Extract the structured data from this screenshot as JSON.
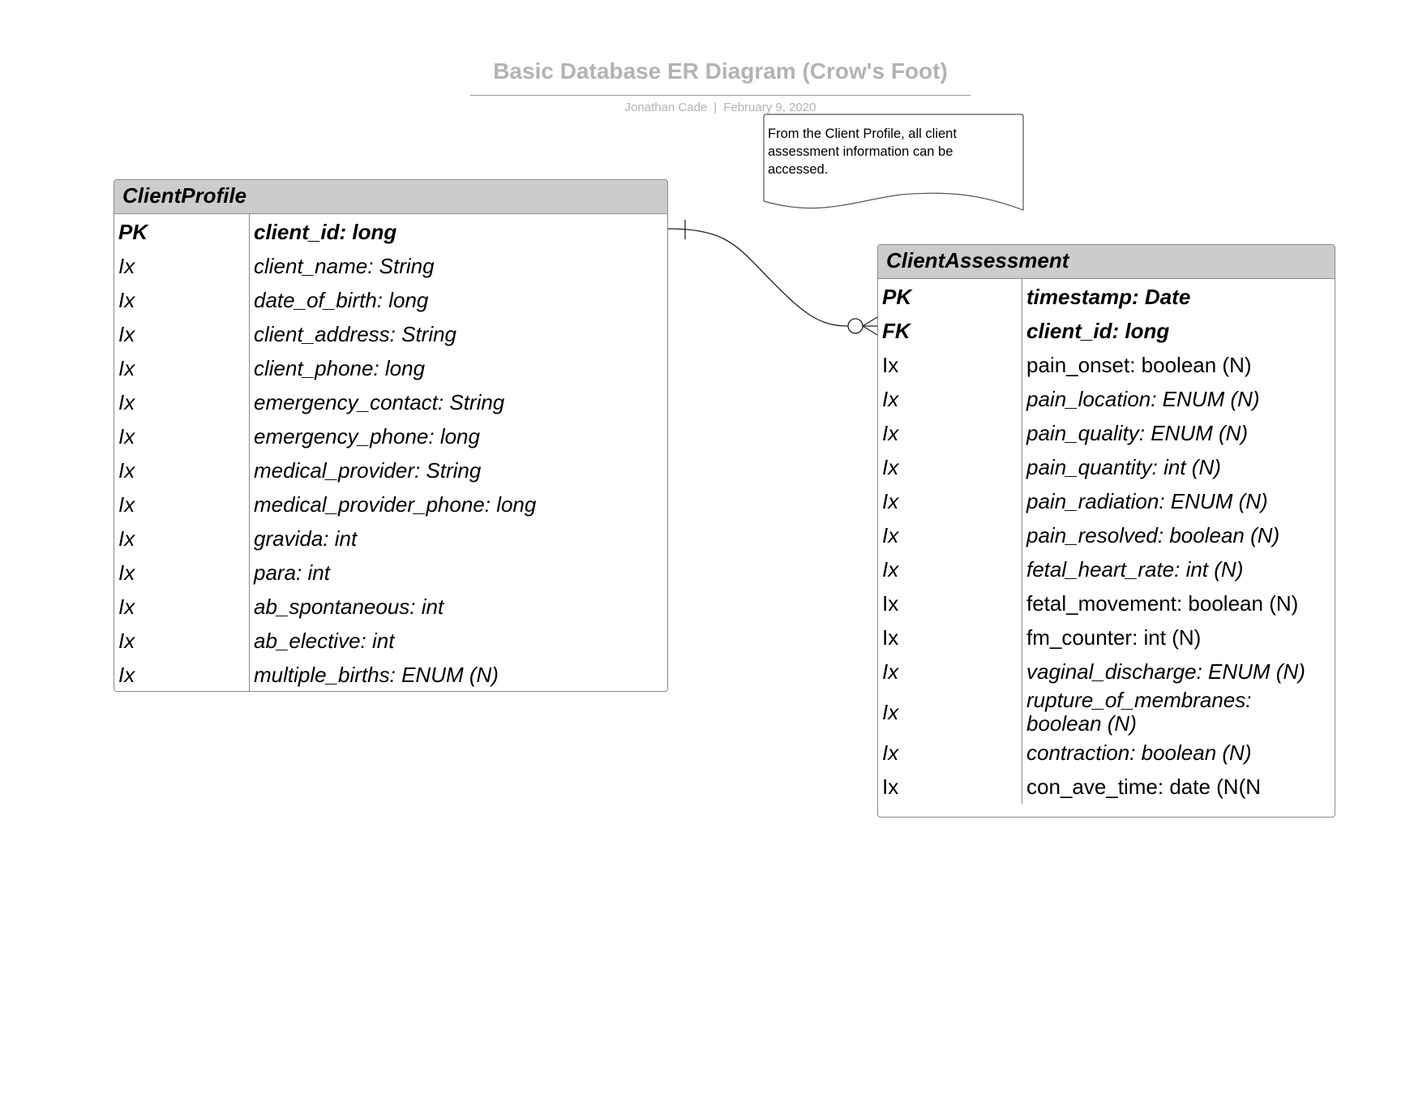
{
  "header": {
    "title": "Basic Database ER Diagram (Crow's Foot)",
    "author": "Jonathan Cade",
    "separator": "|",
    "date": "February 9, 2020"
  },
  "note": {
    "text": "From the Client Profile, all client assessment information can be accessed."
  },
  "entities": {
    "client_profile": {
      "name": "ClientProfile",
      "fields": [
        {
          "key": "PK",
          "attr": "client_id: long",
          "style": "bold-italic"
        },
        {
          "key": "Ix",
          "attr": "client_name: String",
          "style": "italic"
        },
        {
          "key": "Ix",
          "attr": "date_of_birth:  long",
          "style": "italic"
        },
        {
          "key": "Ix",
          "attr": "client_address: String",
          "style": "italic"
        },
        {
          "key": "Ix",
          "attr": "client_phone:  long",
          "style": "italic"
        },
        {
          "key": "Ix",
          "attr": "emergency_contact:  String",
          "style": "italic"
        },
        {
          "key": "Ix",
          "attr": "emergency_phone:  long",
          "style": "italic"
        },
        {
          "key": "Ix",
          "attr": "medical_provider:  String",
          "style": "italic"
        },
        {
          "key": "Ix",
          "attr": "medical_provider_phone:  long",
          "style": "italic"
        },
        {
          "key": "Ix",
          "attr": "gravida:  int",
          "style": "italic"
        },
        {
          "key": "Ix",
          "attr": "para:  int",
          "style": "italic"
        },
        {
          "key": "Ix",
          "attr": "ab_spontaneous:  int",
          "style": "italic"
        },
        {
          "key": "Ix",
          "attr": "ab_elective:  int",
          "style": "italic"
        },
        {
          "key": "Ix",
          "attr": "multiple_births:  ENUM (N)",
          "style": "italic"
        }
      ]
    },
    "client_assessment": {
      "name": "ClientAssessment",
      "fields": [
        {
          "key": "PK",
          "attr": "timestamp:  Date",
          "style": "bold-italic"
        },
        {
          "key": "FK",
          "attr": "client_id:  long",
          "style": "bold-italic"
        },
        {
          "key": "Ix",
          "attr": "pain_onset:  boolean (N)",
          "style": "normal"
        },
        {
          "key": "Ix",
          "attr": "pain_location:  ENUM (N)",
          "style": "italic"
        },
        {
          "key": "Ix",
          "attr": "pain_quality: ENUM (N)",
          "style": "italic"
        },
        {
          "key": "Ix",
          "attr": "pain_quantity:  int (N)",
          "style": "italic"
        },
        {
          "key": "Ix",
          "attr": "pain_radiation:  ENUM (N)",
          "style": "italic"
        },
        {
          "key": "Ix",
          "attr": "pain_resolved:  boolean (N)",
          "style": "italic"
        },
        {
          "key": "Ix",
          "attr": "fetal_heart_rate:  int (N)",
          "style": "italic"
        },
        {
          "key": "Ix",
          "attr": "fetal_movement:  boolean (N)",
          "style": "normal"
        },
        {
          "key": "Ix",
          "attr": "fm_counter: int (N)",
          "style": "normal"
        },
        {
          "key": "Ix",
          "attr": "vaginal_discharge:  ENUM (N)",
          "style": "italic"
        },
        {
          "key": "Ix",
          "attr": "rupture_of_membranes: boolean (N)",
          "style": "italic",
          "tall": true
        },
        {
          "key": "Ix",
          "attr": "contraction:  boolean (N)",
          "style": "italic"
        },
        {
          "key": "Ix",
          "attr": "con_ave_time: date (N(N",
          "style": "normal"
        }
      ]
    }
  },
  "relationship": {
    "from": "ClientProfile.client_id",
    "to": "ClientAssessment.client_id",
    "from_cardinality": "one",
    "to_cardinality": "zero-or-many"
  }
}
